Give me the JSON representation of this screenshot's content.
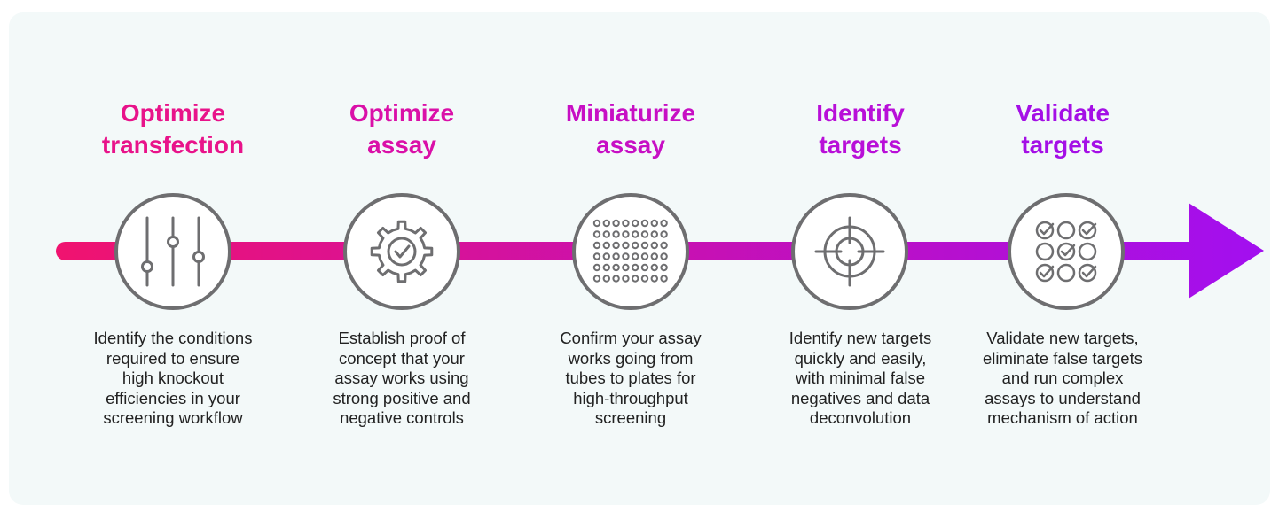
{
  "colors": {
    "background": "#f3f9f9",
    "gradient_start": "#f0136f",
    "gradient_end": "#a20ff0",
    "circle_stroke": "#6e6e70",
    "icon_stroke": "#6e6e70",
    "text": "#222222"
  },
  "steps": [
    {
      "title": [
        "Optimize",
        "transfection"
      ],
      "title_color": "#e8138a",
      "icon": "sliders-icon",
      "description": [
        "Identify the conditions",
        "required to ensure",
        "high knockout",
        "efficiencies in your",
        "screening workflow"
      ]
    },
    {
      "title": [
        "Optimize",
        "assay"
      ],
      "title_color": "#da10a8",
      "icon": "gear-check-icon",
      "description": [
        "Establish proof of",
        "concept that your",
        "assay works using",
        "strong positive and",
        "negative controls"
      ]
    },
    {
      "title": [
        "Miniaturize",
        "assay"
      ],
      "title_color": "#c70fc4",
      "icon": "well-plate-icon",
      "description": [
        "Confirm your assay",
        "works going from",
        "tubes to plates for",
        "high-throughput",
        "screening"
      ]
    },
    {
      "title": [
        "Identify",
        "targets"
      ],
      "title_color": "#b80fd8",
      "icon": "crosshair-target-icon",
      "description": [
        "Identify new targets",
        "quickly and easily,",
        "with minimal false",
        "negatives and data",
        "deconvolution"
      ]
    },
    {
      "title": [
        "Validate",
        "targets"
      ],
      "title_color": "#a40fe6",
      "icon": "checkmark-grid-icon",
      "description": [
        "Validate new targets,",
        "eliminate false targets",
        "and run complex",
        "assays to understand",
        "mechanism of action"
      ]
    }
  ]
}
